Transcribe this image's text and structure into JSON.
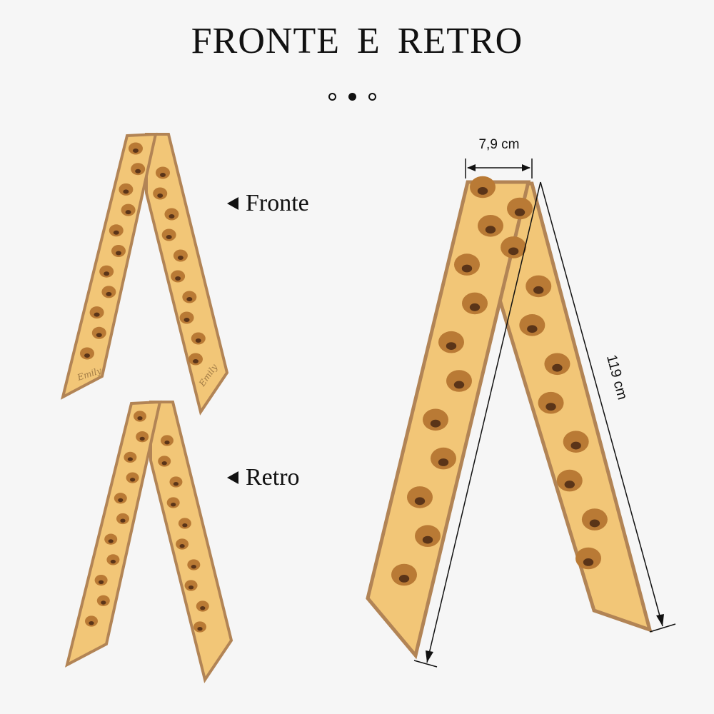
{
  "title": "FRONTE E RETRO",
  "carousel": {
    "count": 3,
    "active": 1
  },
  "labels": {
    "front": "Fronte",
    "back": "Retro"
  },
  "dimensions": {
    "width": "7,9 cm",
    "length": "119 cm"
  },
  "scarf_text": "Emily",
  "colors": {
    "scarf": "#f2c677",
    "border": "#b28455",
    "dog": "#b97a35",
    "background": "#f6f6f6"
  }
}
